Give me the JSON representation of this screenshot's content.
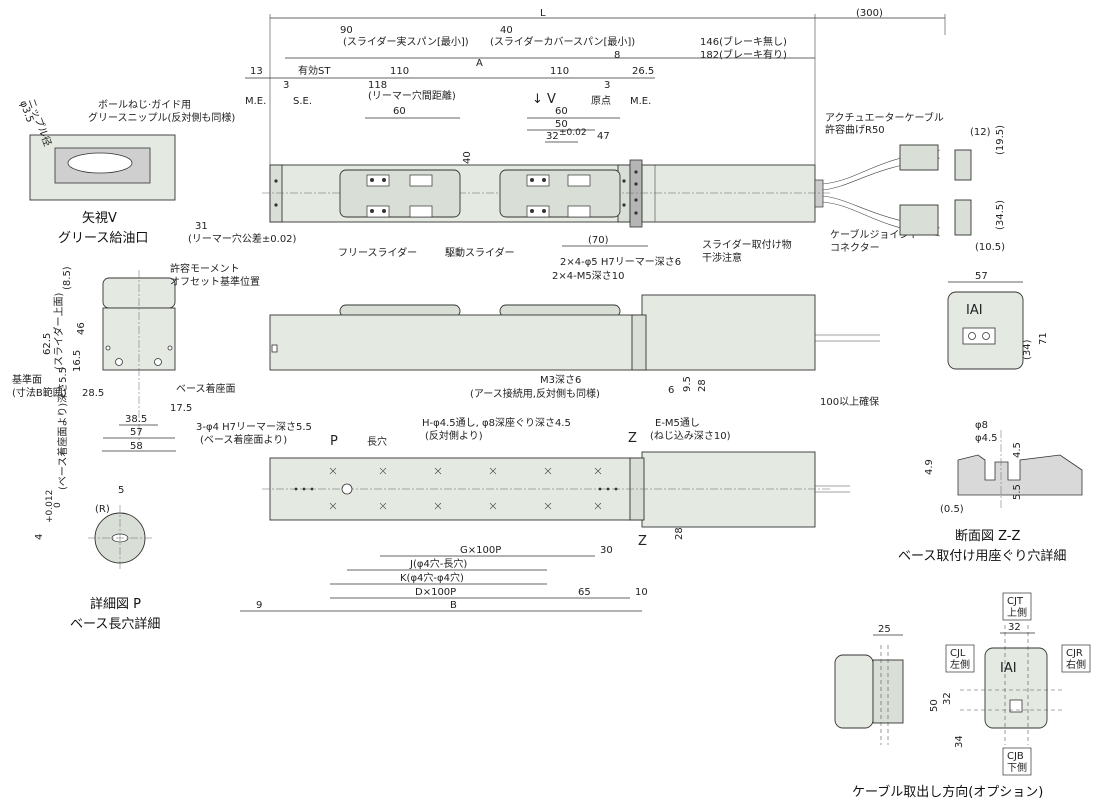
{
  "dims": {
    "L": "L",
    "d300": "(300)",
    "d90": "90",
    "slider_span": "(スライダー実スパン[最小])",
    "d40": "40",
    "cover_span": "(スライダーカバースパン[最小])",
    "A": "A",
    "d146": "146(ブレーキ無し)",
    "d182": "182(ブレーキ有り)",
    "d8": "8",
    "d13": "13",
    "eff_st": "有効ST",
    "d110a": "110",
    "d110b": "110",
    "d26_5": "26.5",
    "d3a": "3",
    "d3b": "3",
    "me_left": "M.E.",
    "se": "S.E.",
    "d118": "118",
    "reamer_pitch": "(リーマー穴間距離)",
    "arrow_v": "↓ V",
    "d60a": "60",
    "d60b": "60",
    "genten": "原点",
    "me_right": "M.E.",
    "d50": "50",
    "d32tol": "32",
    "tol002": "±0.02",
    "d47": "47",
    "d40v": "40",
    "d31": "31",
    "reamer_tol": "(リーマー穴公差±0.02)",
    "free_slider": "フリースライダー",
    "drive_slider": "駆動スライダー",
    "d70": "(70)",
    "reamer_spec": "2×4-φ5 H7リーマー深さ6",
    "tap_spec": "2×4-M5深さ10",
    "interfere1": "スライダー取付け物",
    "interfere2": "干渉注意",
    "cable_bend1": "アクチュエーターケーブル",
    "cable_bend2": "許容曲げR50",
    "joint1": "ケーブルジョイント",
    "joint2": "コネクター",
    "d12": "(12)",
    "d19_5": "(19.5)",
    "d34_5": "(34.5)",
    "d10_5": "(10.5)",
    "phi3_5": "φ3.5",
    "nipple_dia": "ニップル径",
    "grease1": "ボールねじ·ガイド用",
    "grease2": "グリースニップル(反対側も同様)",
    "view_v1": "矢視V",
    "view_v2": "グリース給油口",
    "d8_5": "(8.5)",
    "moment1": "許容モーメント",
    "moment2": "オフセット基準位置",
    "d62_5": "62.5",
    "slider_top": "(スライダー上面)",
    "d46": "46",
    "d16_5": "16.5",
    "ref_face1": "基準面",
    "ref_face2": "(寸法B範囲)",
    "base_face": "ベース着座面",
    "d28_5": "28.5",
    "d17_5": "17.5",
    "d38_5": "38.5",
    "d57a": "57",
    "d58": "58",
    "m3_1": "M3深さ6",
    "m3_2": "(アース接続用,反対側も同様)",
    "d6": "6",
    "d9_5": "9.5",
    "d28a": "28",
    "d100": "100以上確保",
    "d57b": "57",
    "d71": "71",
    "d34": "(34)",
    "reamer2_1": "3-φ4 H7リーマー深さ5.5",
    "reamer2_2": "(ベース着座面より)",
    "p_label": "P",
    "long_hole": "長穴",
    "h_hole1": "H-φ4.5通し, φ8深座ぐり深さ4.5",
    "h_hole2": "(反対側より)",
    "e_hole1": "E-M5通し",
    "e_hole2": "(ねじ込み深さ10)",
    "z_top": "Z",
    "z_bot": "Z",
    "d28b": "28",
    "d30": "30",
    "g100p": "G×100P",
    "j_long": "J(φ4穴-長穴)",
    "k_hole": "K(φ4穴-φ4穴)",
    "d100p": "D×100P",
    "d65": "65",
    "d10": "10",
    "d9": "9",
    "B": "B",
    "d4": "4",
    "tol012": "+0.012",
    "tol0": "0",
    "from_base": "(ベース着座面より)深さ5.5",
    "d5": "5",
    "r_lbl": "(R)",
    "detail_p1": "詳細図 P",
    "detail_p2": "ベース長穴詳細",
    "phi8": "φ8",
    "phi4_5": "φ4.5",
    "d4_9": "4.9",
    "d4_5": "4.5",
    "d5_5": "5.5",
    "d0_5": "(0.5)",
    "section1": "断面図 Z-Z",
    "section2": "ベース取付け用座ぐり穴詳細",
    "d25": "25",
    "d32": "32",
    "d32v": "32",
    "d50v": "50",
    "d34v": "34",
    "cjt1": "CJT",
    "cjt2": "上側",
    "cjl1": "CJL",
    "cjl2": "左側",
    "cjr1": "CJR",
    "cjr2": "右側",
    "cjb1": "CJB",
    "cjb2": "下側",
    "cable_dir": "ケーブル取出し方向(オプション)",
    "logo": "IAI"
  }
}
